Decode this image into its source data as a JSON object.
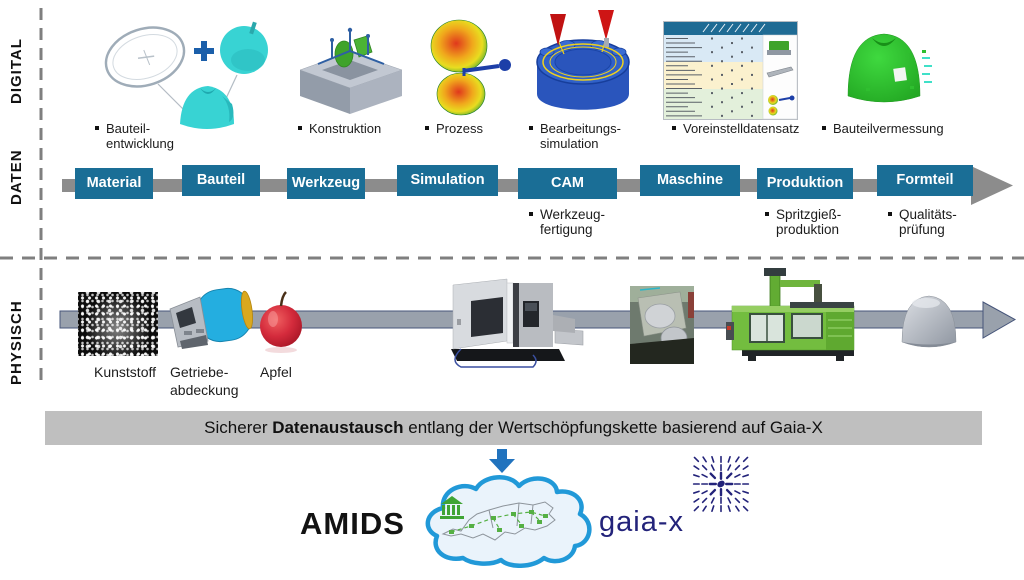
{
  "sections": {
    "digital": {
      "label": "DIGITAL",
      "items": [
        {
          "line1": "Bauteil-",
          "line2": "entwicklung"
        },
        {
          "line1": "Konstruktion"
        },
        {
          "line1": "Prozess"
        },
        {
          "line1": "Bearbeitungs-",
          "line2": "simulation"
        },
        {
          "line1": "Voreinstelldatensatz"
        },
        {
          "line1": "Bauteilvermessung"
        }
      ]
    },
    "daten": {
      "label": "DATEN",
      "boxes": [
        "Material",
        "Bauteil",
        "Werkzeug",
        "Simulation",
        "CAM",
        "Maschine",
        "Produktion",
        "Formteil"
      ],
      "sub_labels": [
        {
          "line1": "Werkzeug-",
          "line2": "fertigung"
        },
        {
          "line1": "Spritzgieß-",
          "line2": "produktion"
        },
        {
          "line1": "Qualitäts-",
          "line2": "prüfung"
        }
      ]
    },
    "physisch": {
      "label": "PHYSISCH",
      "items": [
        {
          "line1": "Kunststoff"
        },
        {
          "line1": "Getriebe-",
          "line2": "abdeckung"
        },
        {
          "line1": "Apfel"
        }
      ]
    }
  },
  "banner": {
    "prefix": "Sicherer ",
    "bold": "Datenaustausch",
    "suffix": " entlang der Wertschöpfungskette basierend auf Gaia-X"
  },
  "footer": {
    "amids_label": "AMIDS",
    "gaiax_label": "gaia-x"
  },
  "colors": {
    "box_blue": "#1A6E96",
    "arrow_gray": "#8C8C8C",
    "physical_arrow_gray": "#99A1AC",
    "banner_gray": "#BFBFBF",
    "gaiax_navy": "#23237A",
    "cloud_outline_blue": "#2199D8",
    "cad_teal": "#38D3D3",
    "scan_green": "#2FBF2F"
  }
}
